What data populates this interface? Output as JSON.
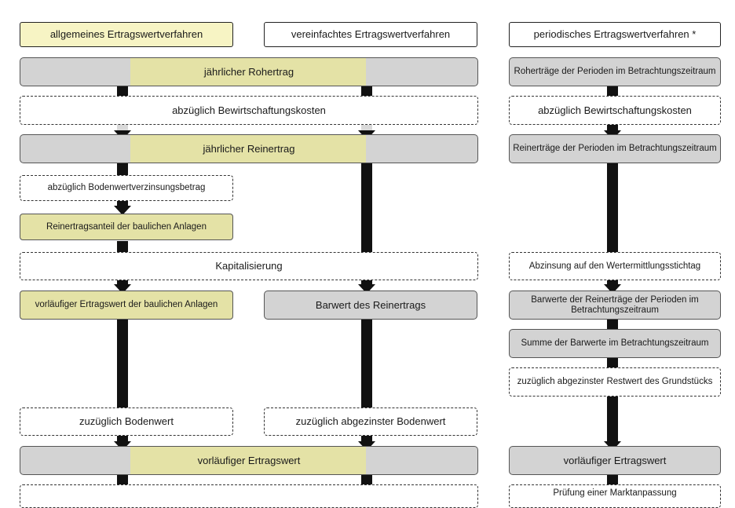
{
  "headers": {
    "general": "allgemeines Ertragswertverfahren",
    "simplified": "vereinfachtes Ertragswertverfahren",
    "periodic": "periodisches Ertragswertverfahren *"
  },
  "left": {
    "gross_yield": "jährlicher Rohertrag",
    "minus_costs": "abzüglich Bewirtschaftungskosten",
    "net_yield": "jährlicher Reinertrag",
    "minus_land_interest": "abzüglich Bodenwertverzinsungsbetrag",
    "building_share": "Reinertragsanteil der baulichen Anlagen",
    "capitalization": "Kapitalisierung",
    "prelim_building_value": "vorläufiger Ertragswert der baulichen Anlagen",
    "present_value": "Barwert des Reinertrags",
    "plus_land_value": "zuzüglich Bodenwert",
    "plus_discounted_land_value": "zuzüglich abgezinster Bodenwert",
    "prelim_value": "vorläufiger Ertragswert"
  },
  "right": {
    "period_gross": "Roherträge der Perioden im Betrachtungszeitraum",
    "minus_costs": "abzüglich  Bewirtschaftungskosten",
    "period_net": "Reinerträge der Perioden im Betrachtungszeitraum",
    "discounting": "Abzinsung auf den Wertermittlungsstichtag",
    "period_present_values": "Barwerte der Reinerträge der Perioden im Betrachtungszeitraum",
    "sum_present_values": "Summe der Barwerte im Betrachtungszeitraum",
    "plus_residual": "zuzüglich abgezinster Restwert des Grundstücks",
    "prelim_value": "vorläufiger Ertragswert",
    "market_check": "Prüfung einer Marktanpassung"
  },
  "colors": {
    "gray_box": "#d3d3d3",
    "yellow_box": "#e4e2a6",
    "header_yellow": "#f7f4c4",
    "arrow": "#111111"
  }
}
